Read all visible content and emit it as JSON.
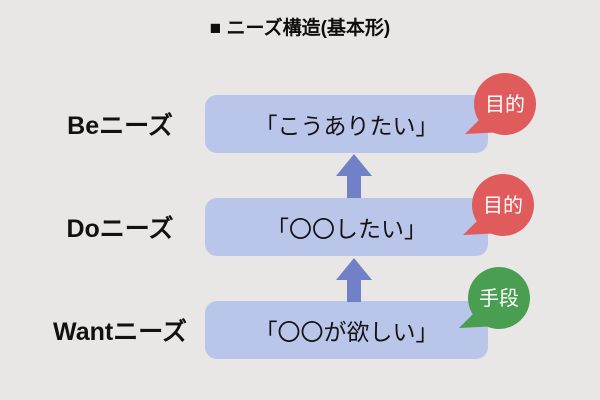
{
  "title": "■ ニーズ構造(基本形)",
  "colors": {
    "background": "#e8e7e5",
    "box_fill": "#b9c6e9",
    "arrow": "#7180c7",
    "badge_red": "#e05c5c",
    "badge_green": "#4a9e52",
    "text": "#111111",
    "badge_text": "#ffffff"
  },
  "rows": [
    {
      "label": "Beニーズ",
      "box_text": "「こうありたい」",
      "badge": {
        "text": "目的",
        "color": "#e05c5c"
      }
    },
    {
      "label": "Doニーズ",
      "box_text": "「〇〇したい」",
      "badge": {
        "text": "目的",
        "color": "#e05c5c"
      }
    },
    {
      "label": "Wantニーズ",
      "box_text": "「〇〇が欲しい」",
      "badge": {
        "text": "手段",
        "color": "#4a9e52"
      }
    }
  ],
  "arrows": [
    {
      "icon": "up-arrow",
      "from": "Doニーズ",
      "to": "Beニーズ"
    },
    {
      "icon": "up-arrow",
      "from": "Wantニーズ",
      "to": "Doニーズ"
    }
  ]
}
